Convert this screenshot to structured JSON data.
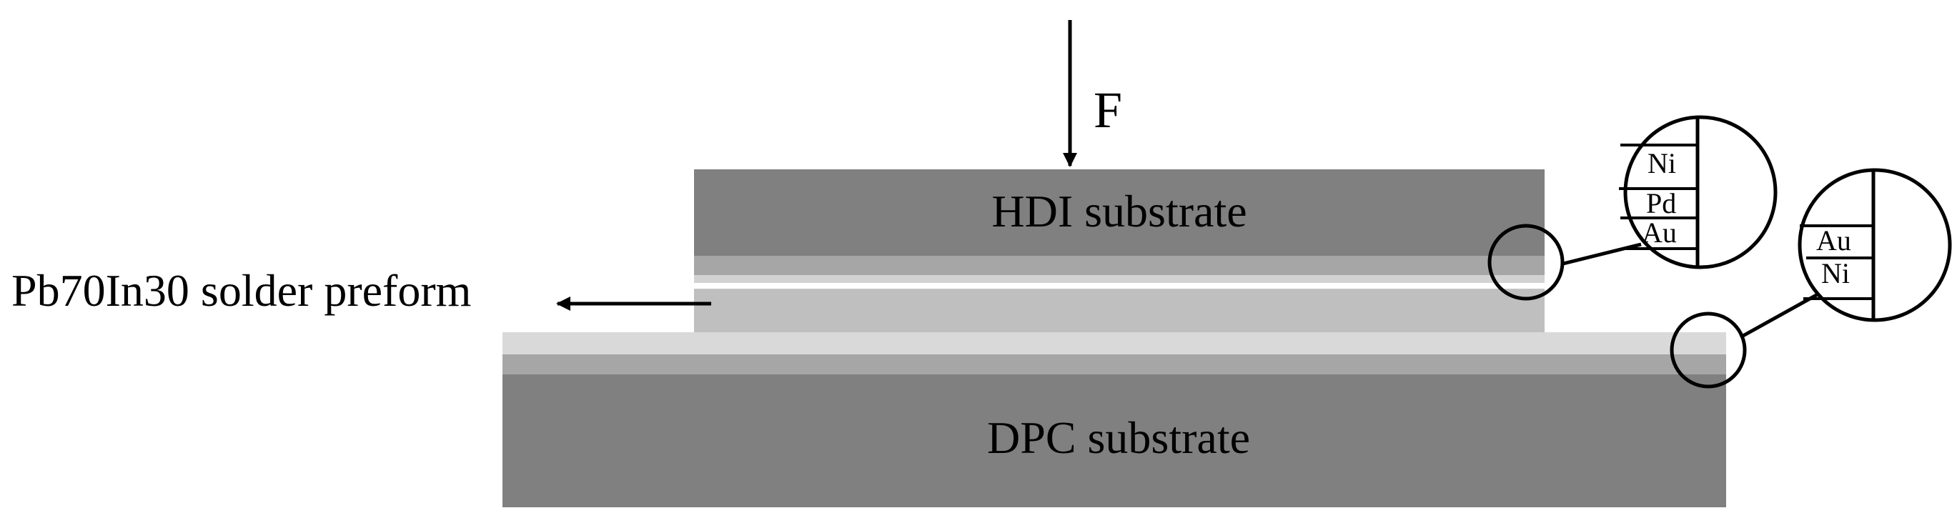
{
  "diagram": {
    "force_label": "F",
    "hdi_label": "HDI substrate",
    "dpc_label": "DPC substrate",
    "solder_label": "Pb70In30 solder preform",
    "hdi_finish_layers": [
      "Ni",
      "Pd",
      "Au"
    ],
    "dpc_finish_layers": [
      "Au",
      "Ni"
    ]
  },
  "colors": {
    "substrate_dark": "#808080",
    "finish_mid": "#a6a6a6",
    "preform_light": "#bfbfbf",
    "dpc_top_light": "#d9d9d9",
    "line": "#000000",
    "background": "#ffffff"
  },
  "icons": {
    "force_arrow": "arrow-down-icon",
    "solder_arrow": "arrow-left-icon"
  }
}
